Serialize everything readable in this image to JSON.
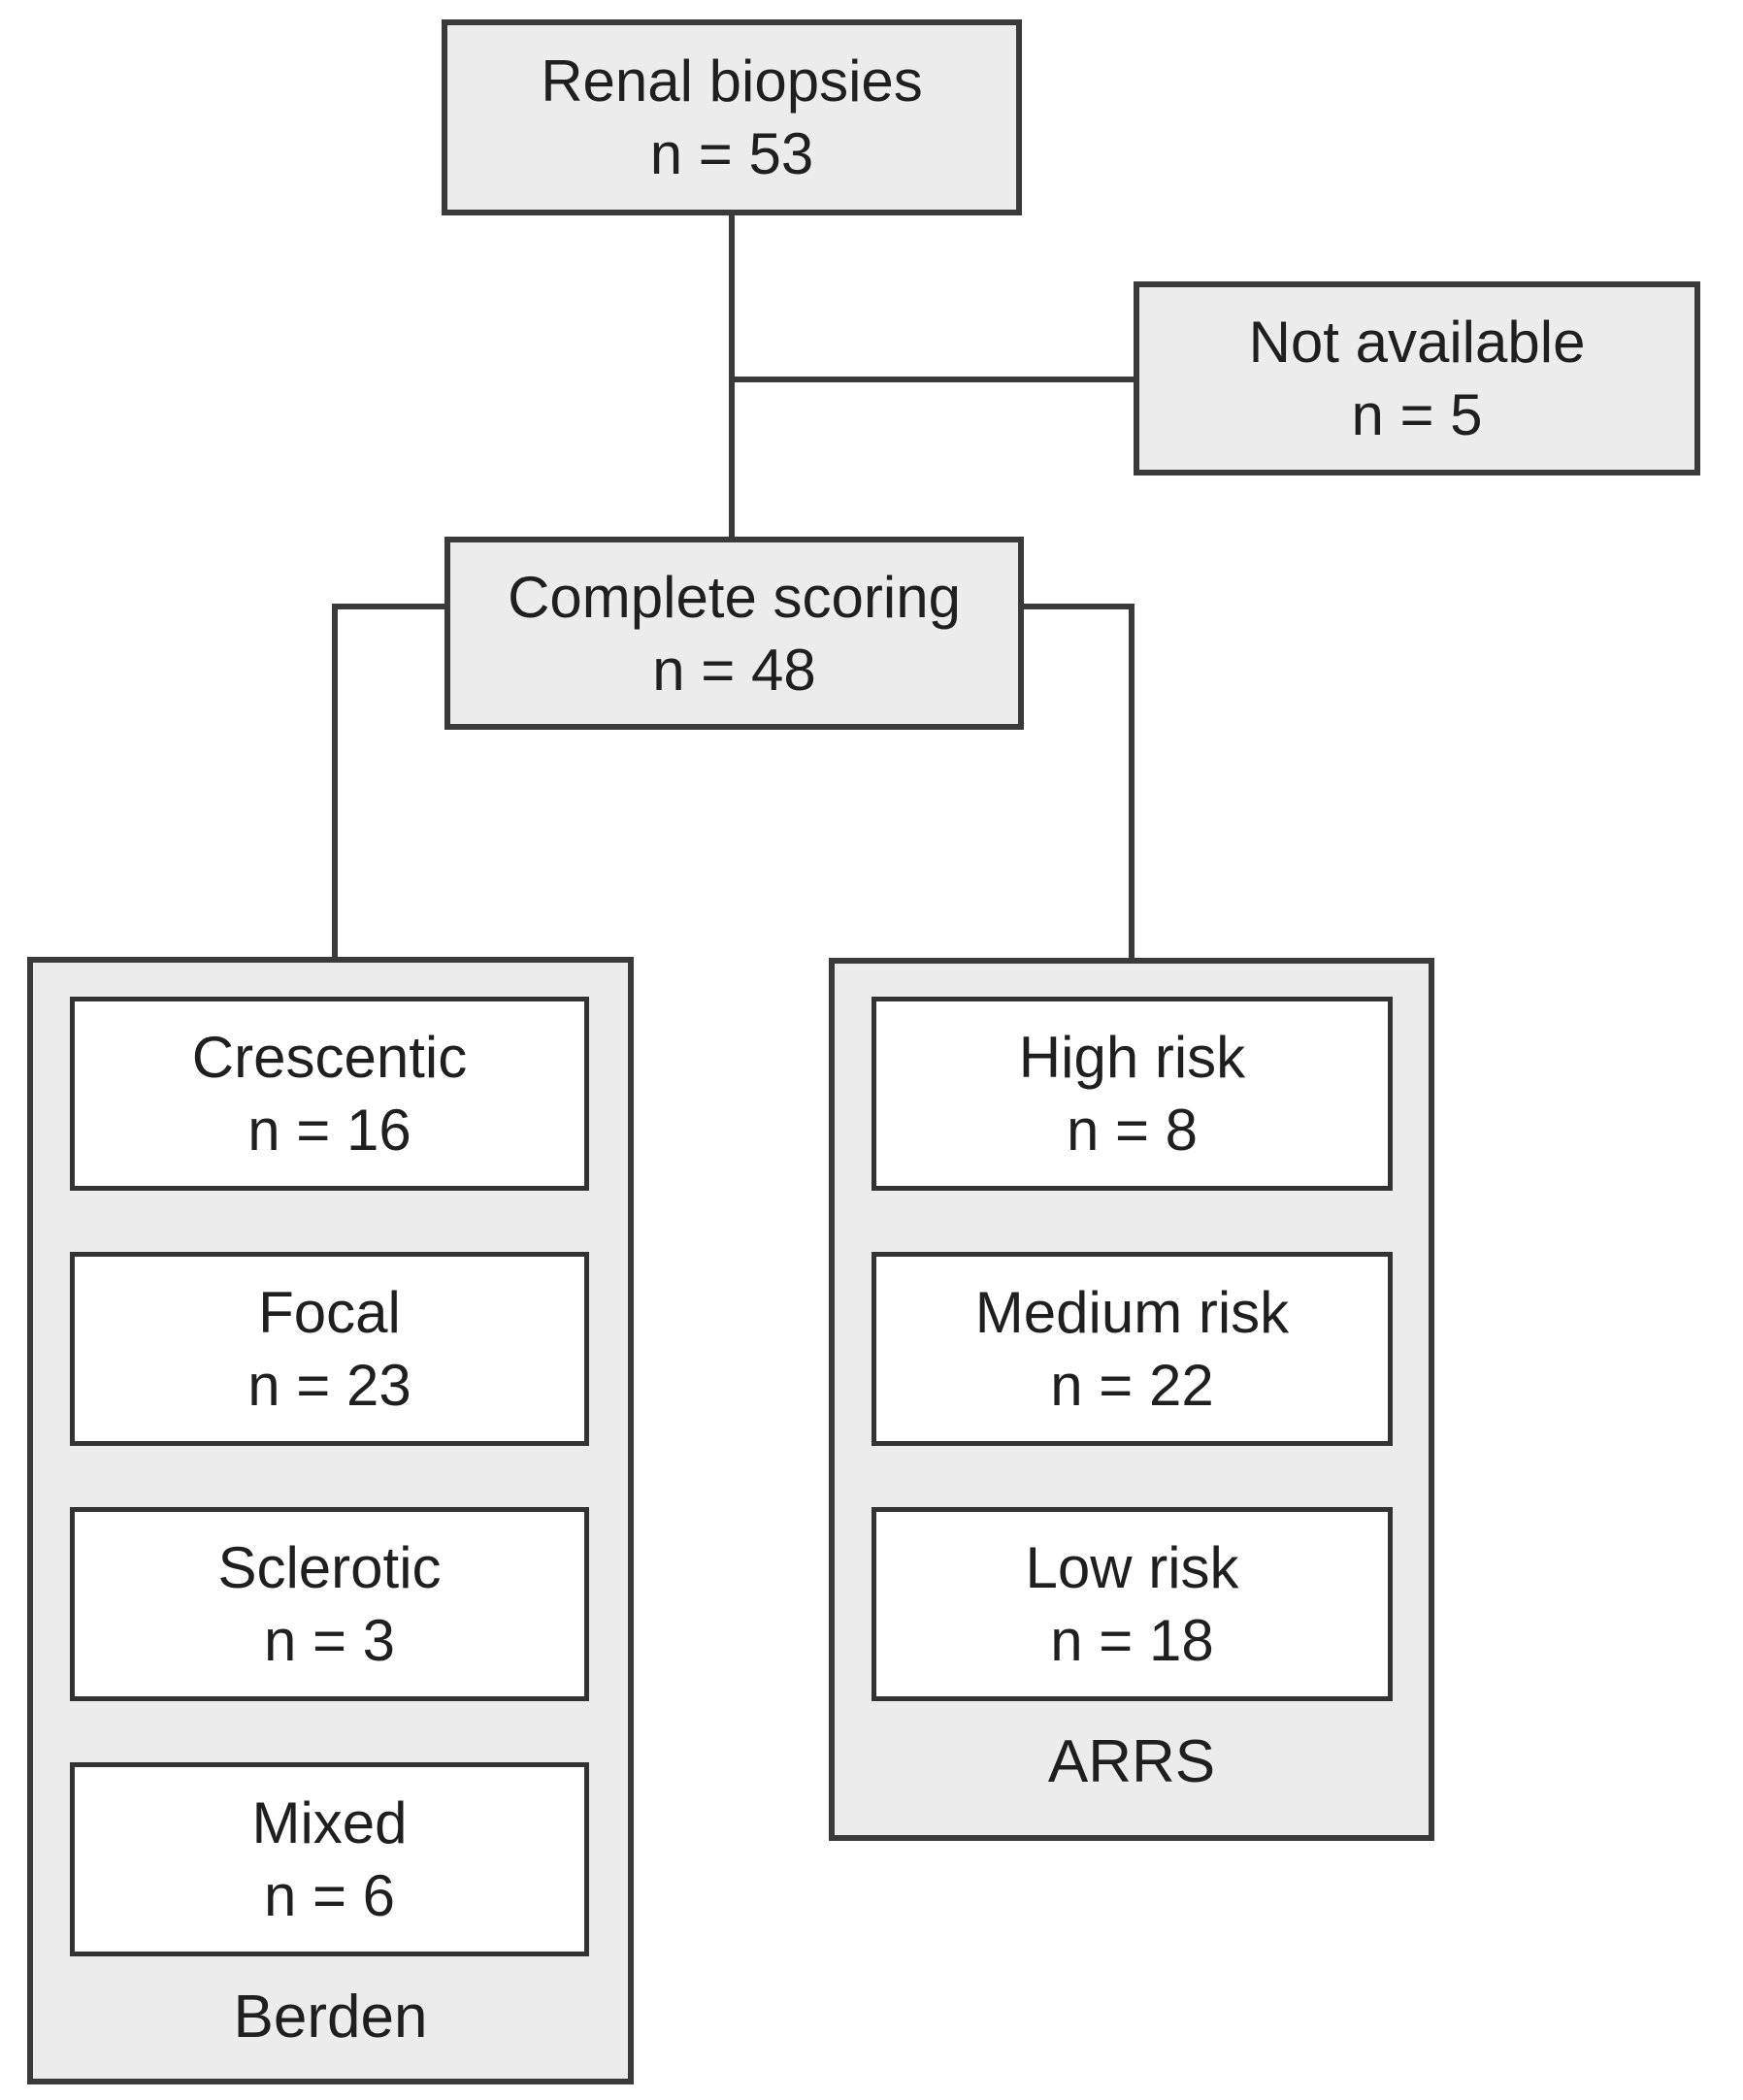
{
  "figure": {
    "type": "flowchart",
    "background": "#ffffff",
    "colors": {
      "node_fill": "#ececec",
      "node_border": "#3a3a3a",
      "inner_box_fill": "#ffffff",
      "inner_box_border": "#333333",
      "connector": "#3a3a3a",
      "text": "#1f1f1f"
    },
    "nodes": {
      "renal_biopsies": {
        "label": "Renal biopsies",
        "count": "n = 53"
      },
      "not_available": {
        "label": "Not available",
        "count": "n = 5"
      },
      "complete_scoring": {
        "label": "Complete scoring",
        "count": "n = 48"
      }
    },
    "groups": {
      "berden": {
        "label": "Berden",
        "items": [
          {
            "label": "Crescentic",
            "count": "n = 16"
          },
          {
            "label": "Focal",
            "count": "n = 23"
          },
          {
            "label": "Sclerotic",
            "count": "n = 3"
          },
          {
            "label": "Mixed",
            "count": "n = 6"
          }
        ]
      },
      "arrs": {
        "label": "ARRS",
        "items": [
          {
            "label": "High risk",
            "count": "n = 8"
          },
          {
            "label": "Medium risk",
            "count": "n = 22"
          },
          {
            "label": "Low risk",
            "count": "n = 18"
          }
        ]
      }
    }
  }
}
